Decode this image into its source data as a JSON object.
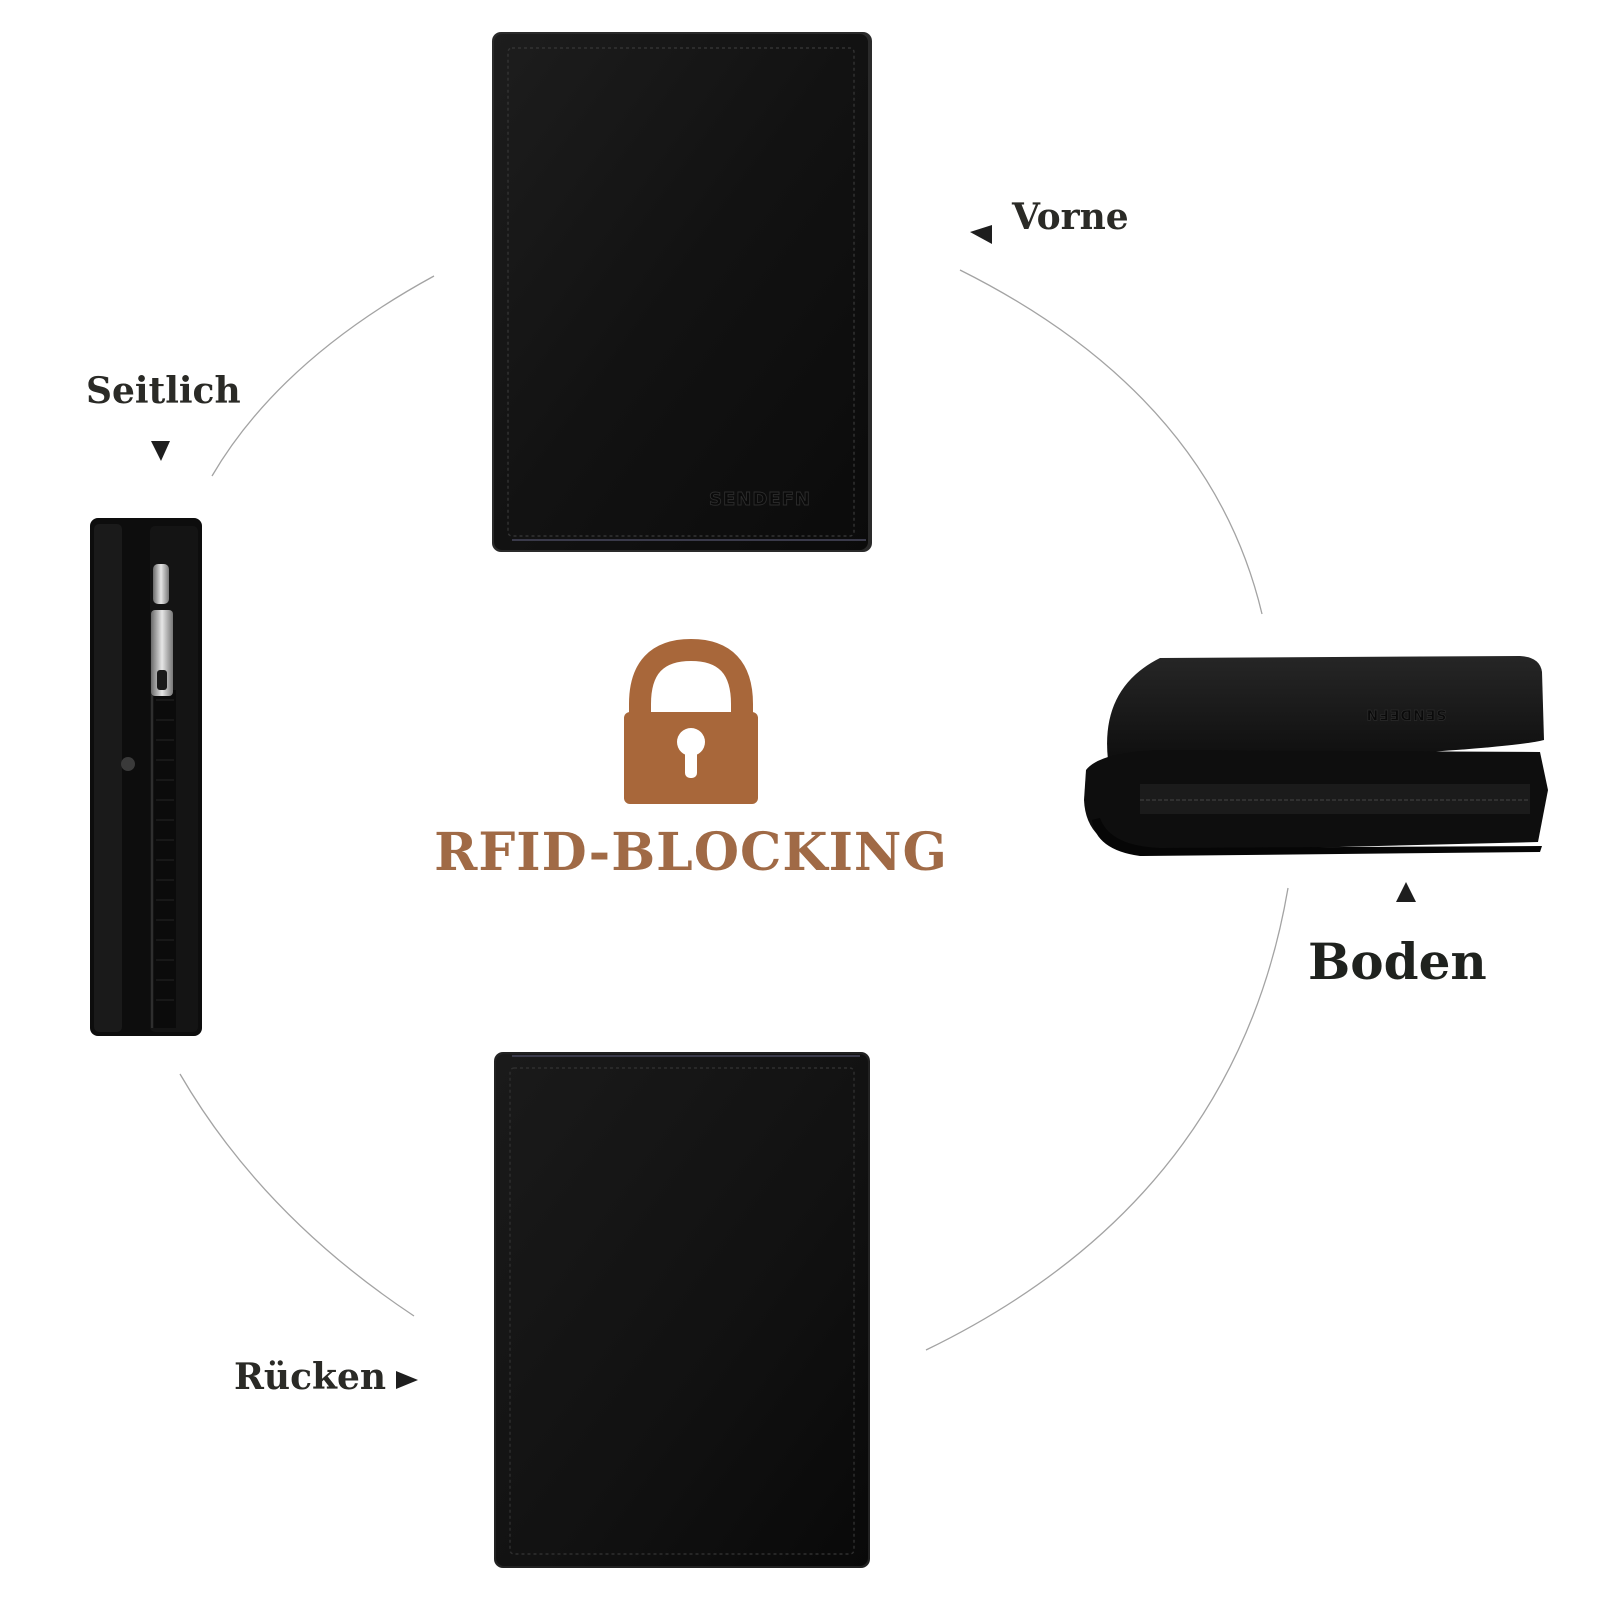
{
  "labels": {
    "front": "Vorne",
    "side": "Seitlich",
    "bottom": "Boden",
    "back": "Rücken"
  },
  "center": {
    "title": "RFID-BLOCKING",
    "icon": "padlock-icon"
  },
  "brand": {
    "name": "SENDEFN"
  },
  "colors": {
    "accent": "#a8673a",
    "title": "#a06a46",
    "label": "#2a2a26",
    "leather": "#141414",
    "line": "#9a9a9a"
  }
}
